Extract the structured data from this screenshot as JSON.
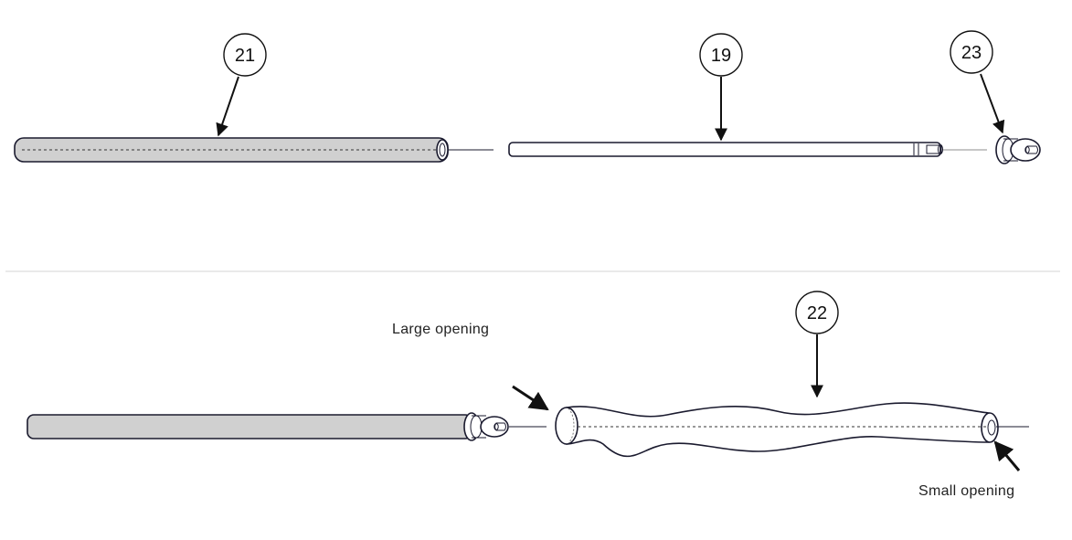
{
  "callouts": {
    "part_21": "21",
    "part_19": "19",
    "part_23": "23",
    "part_22": "22"
  },
  "notes": {
    "large_opening": "Large opening",
    "small_opening": "Small opening"
  },
  "colors": {
    "tube_fill": "#d0d0d0",
    "outline": "#1a1a2e",
    "divider": "#dddddd"
  }
}
